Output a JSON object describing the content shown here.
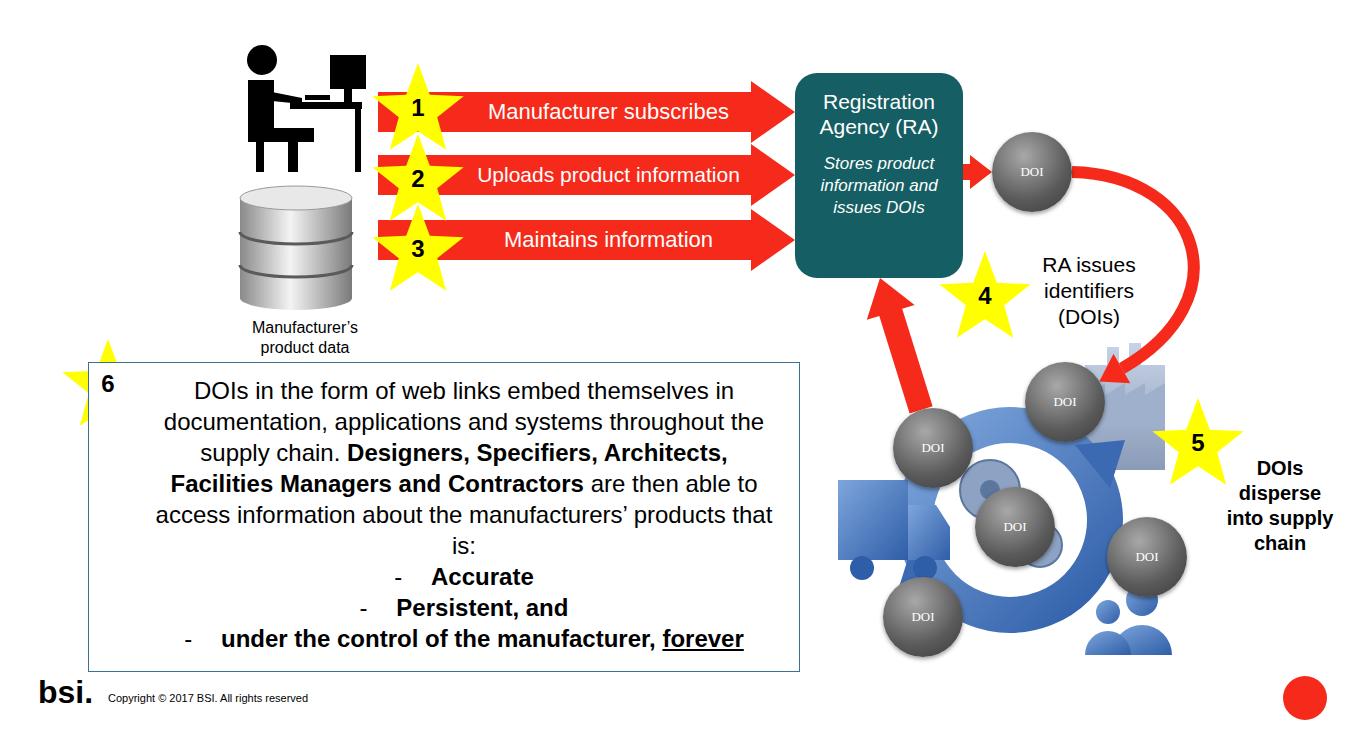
{
  "diagram": {
    "nodes": [
      {
        "text": [
          "Manufacturer’s product data"
        ]
      },
      {
        "text": [
          "Registration Agency (RA)",
          "Stores product information and issues DOIs"
        ]
      },
      {
        "text": [
          "DOI"
        ]
      },
      {
        "text": [
          "DOIs in the form of web links embed themselves in documentation, applications and systems throughout the supply chain.",
          "Designers, Specifiers, Architects, Facilities Managers and Contractors",
          "are then able to access information about the manufacturers’ products that is:",
          "-",
          "Accurate",
          "-",
          "Persistent, and",
          "-",
          "under the control of the manufacturer,",
          "forever"
        ]
      },
      {
        "text": [
          "DOI"
        ]
      },
      {
        "text": [
          "DOI"
        ]
      },
      {
        "text": [
          "DOI"
        ]
      },
      {
        "text": [
          "DOI"
        ]
      },
      {
        "text": [
          "DOI"
        ]
      }
    ],
    "edges": [
      {
        "from": 0,
        "to": 1,
        "label": "Manufacturer subscribes",
        "arrow": "to"
      },
      {
        "from": 0,
        "to": 1,
        "label": "Uploads product information",
        "arrow": "to"
      },
      {
        "from": 0,
        "to": 1,
        "label": "Maintains information",
        "arrow": "to"
      },
      {
        "from": 1,
        "to": 2,
        "arrow": "to"
      },
      {
        "from": 2,
        "to": 4,
        "arrow": "to"
      },
      {
        "from": 5,
        "to": 1,
        "arrow": "to"
      }
    ],
    "labels": [
      "1",
      "2",
      "3",
      "4",
      "RA issues identifiers (DOIs)",
      "5",
      "DOIs disperse into supply chain",
      "6",
      "bsi.",
      "Copyright © 2017 BSI. All rights reserved"
    ]
  }
}
